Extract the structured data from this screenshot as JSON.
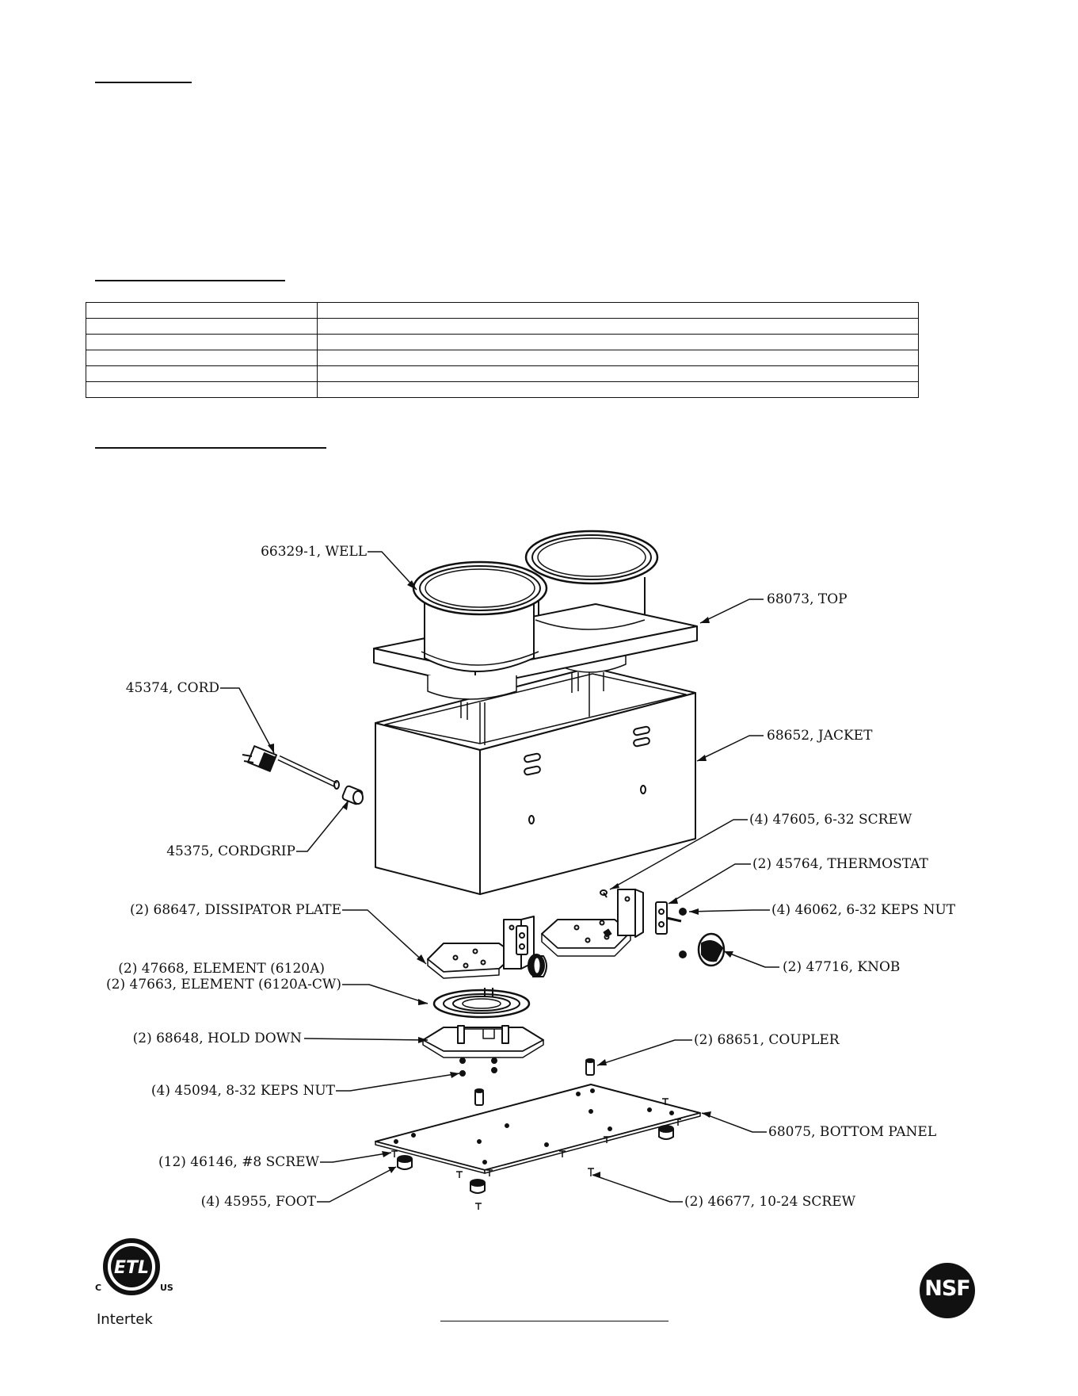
{
  "callouts": {
    "well": "66329-1, WELL",
    "top": "68073, TOP",
    "cord": "45374, CORD",
    "jacket": "68652, JACKET",
    "cordgrip": "45375, CORDGRIP",
    "screw_632": "(4) 47605, 6-32 SCREW",
    "thermostat": "(2) 45764, THERMOSTAT",
    "dissipator_plate": "(2) 68647, DISSIPATOR PLATE",
    "keps_nut_632": "(4) 46062, 6-32 KEPS NUT",
    "element_a": "(2) 47668, ELEMENT (6120A)",
    "element_cw": "(2) 47663, ELEMENT (6120A-CW)",
    "knob": "(2) 47716, KNOB",
    "hold_down": "(2) 68648, HOLD DOWN",
    "coupler": "(2) 68651, COUPLER",
    "keps_nut_832": "(4) 45094, 8-32 KEPS NUT",
    "bottom_panel": "68075, BOTTOM PANEL",
    "screw_8": "(12) 46146, #8 SCREW",
    "foot": "(4) 45955, FOOT",
    "screw_1024": "(2) 46677, 10-24 SCREW"
  },
  "logos": {
    "etl_c": "C",
    "etl_us": "US",
    "etl_intertek": "Intertek",
    "nsf": "NSF"
  },
  "colors": {
    "ink": "#111111",
    "paper": "#ffffff"
  }
}
